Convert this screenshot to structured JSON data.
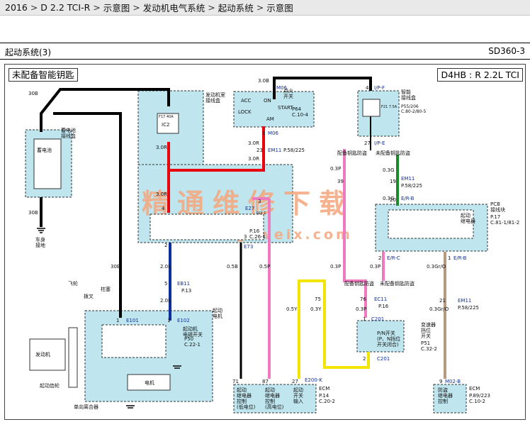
{
  "breadcrumb": [
    "2016",
    "D 2.2 TCI-R",
    "示意图",
    "发动机电气系统",
    "起动系统",
    "示意图"
  ],
  "header": {
    "title": "起动系统(3)",
    "code": "SD360-3"
  },
  "notes": {
    "left": "未配备智能钥匙",
    "right": "D4HB : R 2.2L TCI"
  },
  "watermark": {
    "line1": "精通维修下载",
    "line2": "www.gzweix.com"
  },
  "labels": {
    "battery_box": "蓄电池\n接线盒",
    "battery": "蓄电池",
    "engine_junction": "发动机室\n接线盒",
    "fuse_ic2": "IC2",
    "fuse_ic2_top": "F17 40A",
    "ignition_switch": "点火\n开关",
    "ign_ref": "P64\nC.10-4",
    "ign_pos": [
      "ACC",
      "ON",
      "START",
      "LOCK",
      "AM"
    ],
    "smart_junction": "智能\n接线盒",
    "smart_ref": "P55/206\nC.80-2/80-5",
    "smart_fuse": "F21 7.5A",
    "m06_1": "M06",
    "m06_2": "M06",
    "em11_1": "EM11",
    "em11_1_ref": "P.58/225",
    "em11_2": "EM11",
    "em11_2_ref": "P.58/225",
    "em11_3": "EM11",
    "em11_3_ref": "P.58/225",
    "ip_f": "I/P-F",
    "ip_e": "I/P-E",
    "e73": "E73",
    "e27": "E27",
    "relay_tag": "RLY 1",
    "relay_p16": "P.16\nC.26-1",
    "eb11": "EB11",
    "eb11_ref": "P.13",
    "e101": "E101",
    "e102": "E102",
    "starter": "起动\n电机",
    "starter_sw": "起动机\n电磁开关",
    "starter_ref": "P50\nC.22-1",
    "motor": "电机",
    "flywheel": "飞轮",
    "fork": "拨叉",
    "plunger": "柱塞",
    "engine": "发动机",
    "start_gear": "起动齿轮",
    "oneway": "单向离合器",
    "ground": "车身\n接地",
    "pcb_block": "PCB\n接线块",
    "pcb_ref": "P.17\nC.81-1/81-2",
    "start_relay": "起动\n继电器",
    "smart_key_relay1": "配备钥匙防盗",
    "smart_key_relay2": "未配备钥匙防盗",
    "smart_key_relay3": "配备钥匙防盗",
    "smart_key_relay4": "未配备钥匙防盗",
    "ec11": "EC11",
    "ec11_ref": "P.16",
    "c201_1": "C201",
    "c201_2": "C201",
    "pn_switch": "P/N开关\n(P、N挡位\n开关闭合)",
    "trans_range": "变速器\n挡位\n开关",
    "trans_ref": "P51\nC.32-2",
    "e200k": "E200-K",
    "ecm_left": "ECM",
    "ecm_left_ref": "P.14\nC.20-2",
    "ecm_right": "ECM",
    "ecm_right_ref": "P.89/223\nC.10-2",
    "m02b": "M02-B",
    "ecm_pin_labels": [
      "起动\n继电器\n控制\n(低电位)",
      "起动\n继电器\n控制\n(高电位)",
      "起动\n开关\n输入"
    ],
    "ecm_right_pin": "防盗\n继电器\n控制",
    "e_r_c": "E/R-C",
    "e_r_b": "E/R-B",
    "e_r_b2": "E/R-B"
  },
  "wires": {
    "w30B_a": "30B",
    "w30B_b": "30B",
    "w30B_c": "30B",
    "w30B_d": "30B",
    "w30R_a": "3.0R",
    "w30R_b": "3.0R",
    "w30R_c": "3.0R",
    "w30R_d": "3.0R",
    "w30B_ign": "3.0B",
    "w05B": "0.5B",
    "w05P": "0.5P",
    "w20L_a": "2.0L",
    "w20L_b": "2.0L",
    "w05Y": "0.5Y",
    "w03Y": "0.3Y",
    "w03P_a": "0.3P",
    "w03P_b": "0.3P",
    "w03P_c": "0.3P",
    "w03P_d": "0.3P",
    "w03G_a": "0.3G",
    "w03G_b": "0.3G",
    "w03GrO_a": "0.3Gr/O",
    "w03GrO_b": "0.3Gr/O"
  },
  "pins": {
    "p1": "1",
    "p23": "23",
    "p2": "2",
    "p4": "4",
    "p27": "27",
    "p39": "39",
    "p19": "19",
    "p20": "20",
    "p3": "3",
    "p5": "5",
    "p1b": "1",
    "p1c": "1",
    "p71": "71",
    "p87": "87",
    "p27b": "27",
    "p75": "75",
    "p76": "76",
    "p1d": "1",
    "p2b": "2",
    "p21": "21",
    "p9": "9",
    "p2c": "2",
    "p1e": "1",
    "p3b": "3",
    "p4b": "4"
  },
  "colors": {
    "black": "#000000",
    "red": "#e8000d",
    "blue": "#0d2f9e",
    "pink": "#f07ac0",
    "green": "#1a8a2a",
    "yellow": "#f2e600",
    "tan": "#b59a82",
    "box": "#bfe6ef",
    "watermark": "#f5a57a"
  }
}
